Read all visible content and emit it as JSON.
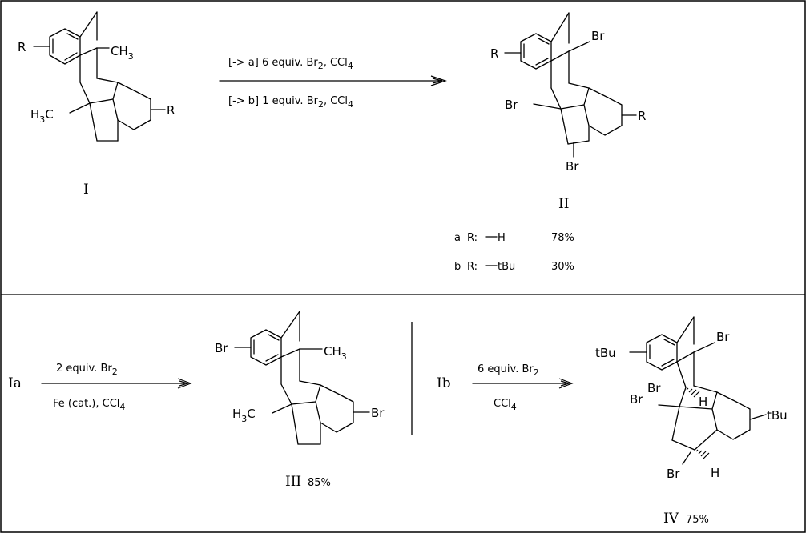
{
  "compounds": {
    "I": {
      "label": "I",
      "R": "R",
      "methyl_top": "CH",
      "methyl_top_sub": "3",
      "methyl_bot": "H",
      "methyl_bot_sub": "3",
      "methyl_bot_tail": "C"
    },
    "II": {
      "label": "II",
      "R": "R",
      "Br": "Br",
      "variants": [
        {
          "id": "a",
          "r_label": "R:",
          "r_group": "H",
          "yield": "78%"
        },
        {
          "id": "b",
          "r_label": "R:",
          "r_group": "tBu",
          "yield": "30%"
        }
      ]
    },
    "III": {
      "label": "III",
      "yield": "85%",
      "Br": "Br",
      "methyl_top": "CH",
      "methyl_top_sub": "3",
      "methyl_bot": "H",
      "methyl_bot_sub": "3",
      "methyl_bot_tail": "C"
    },
    "IV": {
      "label": "IV",
      "yield": "75%",
      "Br": "Br",
      "H": "H",
      "tBu": "tBu"
    }
  },
  "reactions": {
    "r1": {
      "above": {
        "pre": "[-> a]  6 equiv. Br",
        "sub": "2",
        "post": ", CCl",
        "sub2": "4"
      },
      "below": {
        "pre": "[-> b]  1 equiv. Br",
        "sub": "2",
        "post": ", CCl",
        "sub2": "4"
      }
    },
    "r2": {
      "start": "Ia",
      "above": {
        "pre": "2 equiv. Br",
        "sub": "2"
      },
      "below": {
        "pre": "Fe (cat.),  CCl",
        "sub": "4"
      }
    },
    "r3": {
      "start": "Ib",
      "above": {
        "pre": "6 equiv. Br",
        "sub": "2"
      },
      "below": {
        "pre": "CCl",
        "sub": "4"
      }
    }
  }
}
